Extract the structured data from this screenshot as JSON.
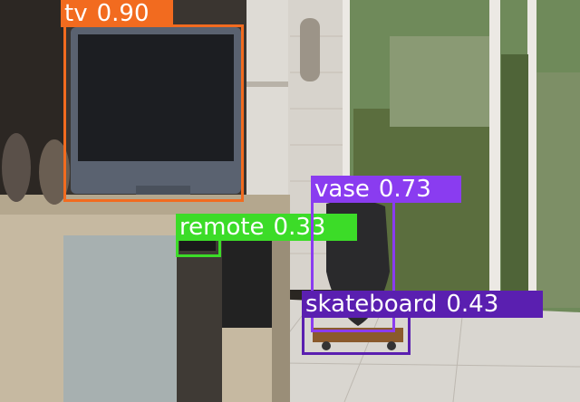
{
  "image": {
    "description_free": true
  },
  "detections": [
    {
      "label": "tv",
      "score": "0.90",
      "color": "#f26b1f"
    },
    {
      "label": "remote",
      "score": "0.33",
      "color": "#3cdc28"
    },
    {
      "label": "vase",
      "score": "0.73",
      "color": "#8a3cf0"
    },
    {
      "label": "skateboard",
      "score": "0.43",
      "color": "#5a1fb0"
    }
  ]
}
